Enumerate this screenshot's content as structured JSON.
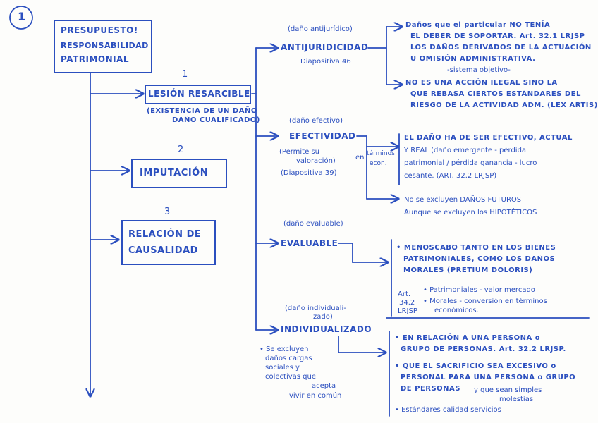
{
  "page_number": "1",
  "root": {
    "lines": [
      "PRESUPUESTO!",
      "RESPONSABILIDAD",
      "PATRIMONIAL"
    ]
  },
  "left": {
    "n1": "1",
    "lesion": {
      "title": "LESIÓN RESARCIBLE",
      "paren": [
        "(EXISTENCIA DE UN DAÑO",
        "DAÑO CUALIFICADO)"
      ]
    },
    "n2": "2",
    "imputacion": "IMPUTACIÓN",
    "n3": "3",
    "relacion": [
      "RELACIÓN DE",
      "CAUSALIDAD"
    ]
  },
  "antijuridicidad": {
    "note": "(daño antijurídico)",
    "title": "ANTIJURIDICIDAD",
    "ref": "Diapositiva 46",
    "d1": [
      "Daños que el particular NO TENÍA",
      "EL DEBER DE SOPORTAR. Art. 32.1 LRJSP",
      "LOS DAÑOS DERIVADOS DE LA ACTUACIÓN",
      "U OMISIÓN ADMINISTRATIVA."
    ],
    "d1b": "-sistema objetivo-",
    "d2": [
      "NO ES UNA ACCIÓN ILEGAL SINO LA",
      "QUE REBASA CIERTOS ESTÁNDARES DEL",
      "RIESGO DE LA ACTIVIDAD ADM. (LEX ARTIS)"
    ]
  },
  "efectividad": {
    "note": "(daño efectivo)",
    "title": "EFECTIVIDAD",
    "sub": [
      "(Permite su",
      "valoración)"
    ],
    "ref": "(Diapositiva 39)",
    "side": [
      "en",
      "términos",
      "econ."
    ],
    "d1": [
      "EL DAÑO HA DE SER EFECTIVO, ACTUAL",
      "Y REAL (daño emergente - pérdida",
      "patrimonial / pérdida ganancia - lucro",
      "cesante. (ART. 32.2 LRJSP)"
    ],
    "d2": [
      "No se excluyen DAÑOS FUTUROS",
      "Aunque se excluyen los HIPOTÉTICOS"
    ]
  },
  "evaluable": {
    "note": "(daño evaluable)",
    "title": "EVALUABLE",
    "d1": [
      "• MENOSCABO TANTO EN LOS BIENES",
      "PATRIMONIALES, COMO LOS DAÑOS",
      "MORALES (PRETIUM DOLORIS)"
    ],
    "art": [
      "Art.",
      "34.2",
      "LRJSP"
    ],
    "b1": "• Patrimoniales - valor mercado",
    "b2": [
      "• Morales - conversión en términos",
      "económicos."
    ]
  },
  "individualizado": {
    "note": [
      "(daño individuali-",
      "zado)"
    ],
    "title": "INDIVIDUALIZADO",
    "excl": [
      "• Se excluyen",
      "daños cargas",
      "sociales y",
      "colectivas que",
      "acepta",
      "vivir en común"
    ],
    "d1": [
      "• EN RELACIÓN A UNA PERSONA o",
      "GRUPO DE PERSONAS. Art. 32.2 LRJSP."
    ],
    "d2": [
      "• QUE EL SACRIFICIO SEA EXCESIVO o",
      "PERSONAL PARA UNA PERSONA o GRUPO",
      "DE PERSONAS"
    ],
    "d2b": [
      "y que sean simples",
      "molestias"
    ],
    "d3": "• Estándares calidad servicios"
  }
}
